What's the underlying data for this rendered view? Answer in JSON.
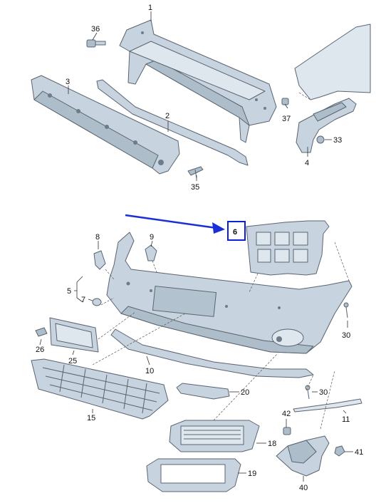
{
  "labels": {
    "p1": "1",
    "p2": "2",
    "p3": "3",
    "p4": "4",
    "p5": "5",
    "p6": "6",
    "p7": "7",
    "p8": "8",
    "p9": "9",
    "p10": "10",
    "p11": "11",
    "p15": "15",
    "p18": "18",
    "p19": "19",
    "p20": "20",
    "p25": "25",
    "p26": "26",
    "p30a": "30",
    "p30b": "30",
    "p33": "33",
    "p35": "35",
    "p36": "36",
    "p37": "37",
    "p40": "40",
    "p41": "41",
    "p42": "42"
  },
  "colors": {
    "part_fill": "#c7d3de",
    "part_outline": "#5a6470",
    "highlight_box": "#0a1fd6",
    "arrow": "#1a2fd8"
  },
  "highlighted_part": "6"
}
